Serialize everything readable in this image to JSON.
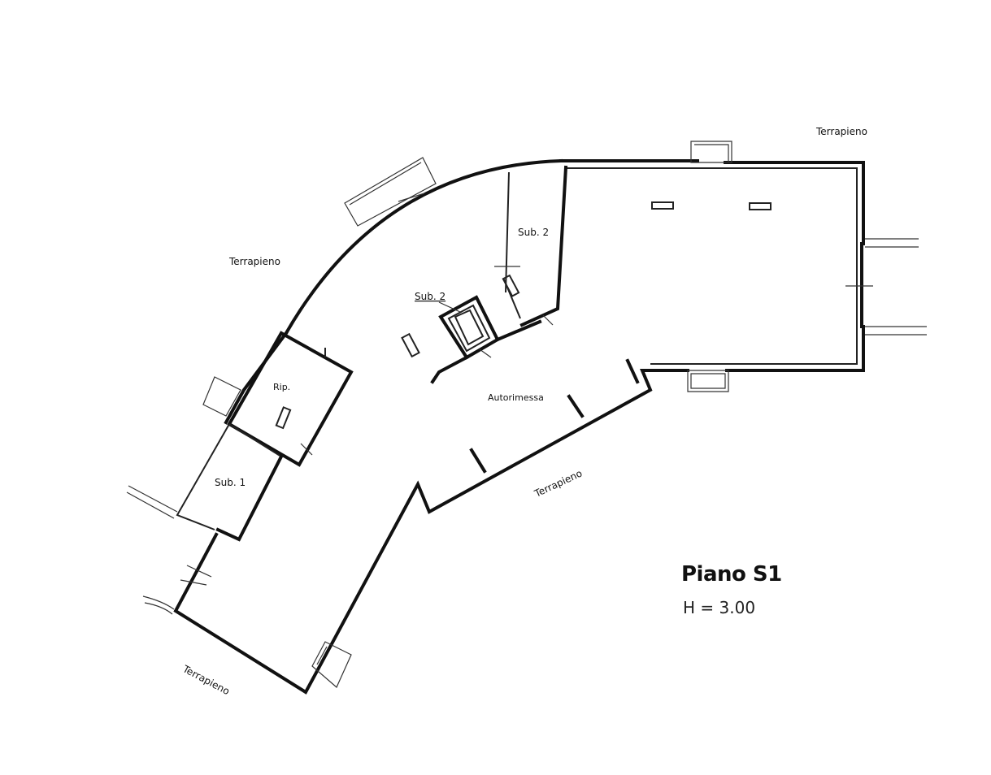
{
  "plan": {
    "title": "Piano S1",
    "height": "H = 3.00",
    "labels": {
      "terrapieno_top_right": "Terrapieno",
      "terrapieno_left": "Terrapieno",
      "terrapieno_bottom_mid": "Terrapieno",
      "terrapieno_bottom_left": "Terrapieno",
      "sub2_upper": "Sub. 2",
      "sub2_inner": "Sub. 2",
      "rip": "Rip.",
      "sub1": "Sub. 1",
      "autorimessa": "Autorimessa"
    },
    "colors": {
      "ink": "#111111",
      "paper": "#ffffff"
    }
  }
}
